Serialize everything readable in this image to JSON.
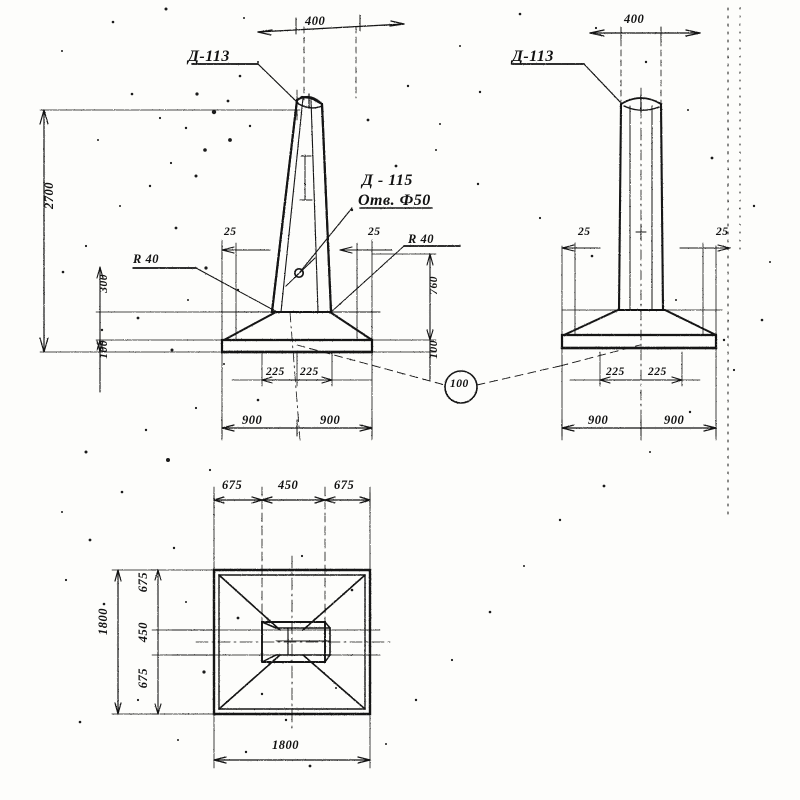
{
  "drawing": {
    "type": "engineering-drawing",
    "subject": "Reinforced concrete column with spread footing",
    "views": [
      {
        "id": "front-view",
        "name": "Front elevation (inclined column)"
      },
      {
        "id": "side-view",
        "name": "Side elevation"
      },
      {
        "id": "plan-view",
        "name": "Plan view of footing"
      }
    ]
  },
  "front_view": {
    "callouts": {
      "top_mark": "Д-113",
      "hole_mark": "Д - 115",
      "hole_note": "Отв. Ф50"
    },
    "dimensions": {
      "column_width_top": "400",
      "total_height": "2700",
      "pedestal_height": "300",
      "slab_edge": "100",
      "haunch_height": "760",
      "slab_thickness": "100",
      "offset_left": "25",
      "offset_right": "25",
      "radius_left": "R 40",
      "radius_right": "R 40",
      "base_half_left": "225",
      "base_half_right": "225",
      "footing_half_left": "900",
      "footing_half_right": "900"
    },
    "detail_bubble": "100"
  },
  "side_view": {
    "callouts": {
      "top_mark": "Д-113"
    },
    "dimensions": {
      "column_width_top": "400",
      "offset_left": "25",
      "offset_right": "25",
      "base_half_left": "225",
      "base_half_right": "225",
      "footing_half_left": "900",
      "footing_half_right": "900"
    }
  },
  "plan_view": {
    "dimensions": {
      "top_left": "675",
      "top_center": "450",
      "top_right": "675",
      "left_top": "675",
      "left_center": "450",
      "left_bottom": "675",
      "overall_left": "1800",
      "overall_bottom": "1800"
    }
  },
  "colors": {
    "ink": "#121212",
    "paper": "#fdfdfb",
    "thin": "#2a2a2a"
  }
}
